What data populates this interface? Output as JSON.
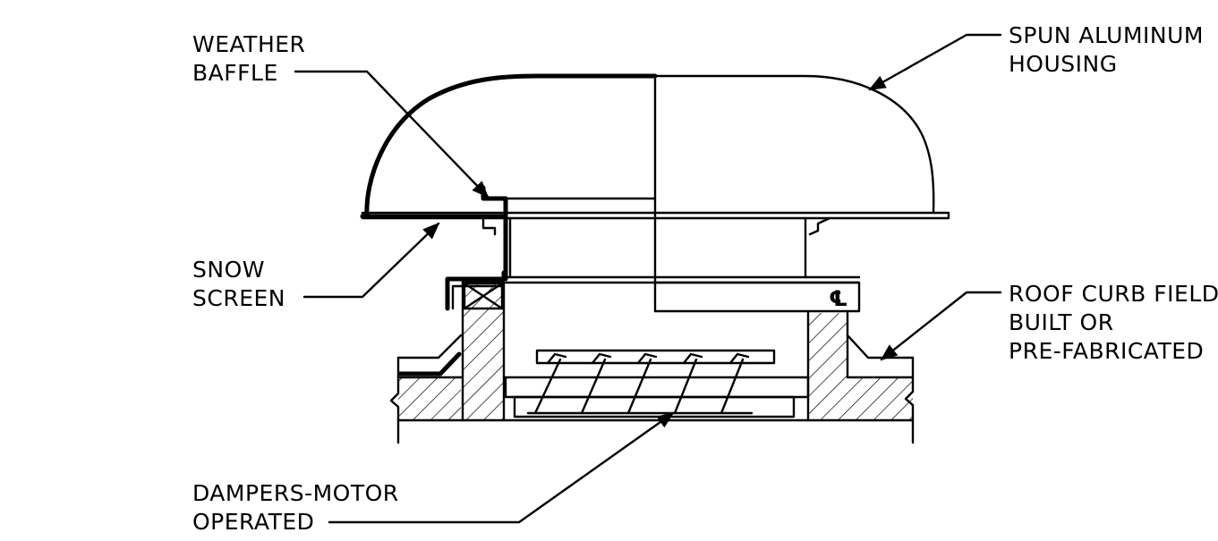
{
  "labels": {
    "weather_baffle": [
      "WEATHER",
      "BAFFLE"
    ],
    "snow_screen": [
      "SNOW",
      "SCREEN"
    ],
    "housing": [
      "SPUN  ALUMINUM",
      "HOUSING"
    ],
    "roof_curb": [
      "ROOF  CURB  FIELD",
      "BUILT  OR",
      "PRE-FABRICATED"
    ],
    "dampers": [
      "DAMPERS-MOTOR",
      "OPERATED"
    ]
  },
  "centerline_symbol": "℄"
}
